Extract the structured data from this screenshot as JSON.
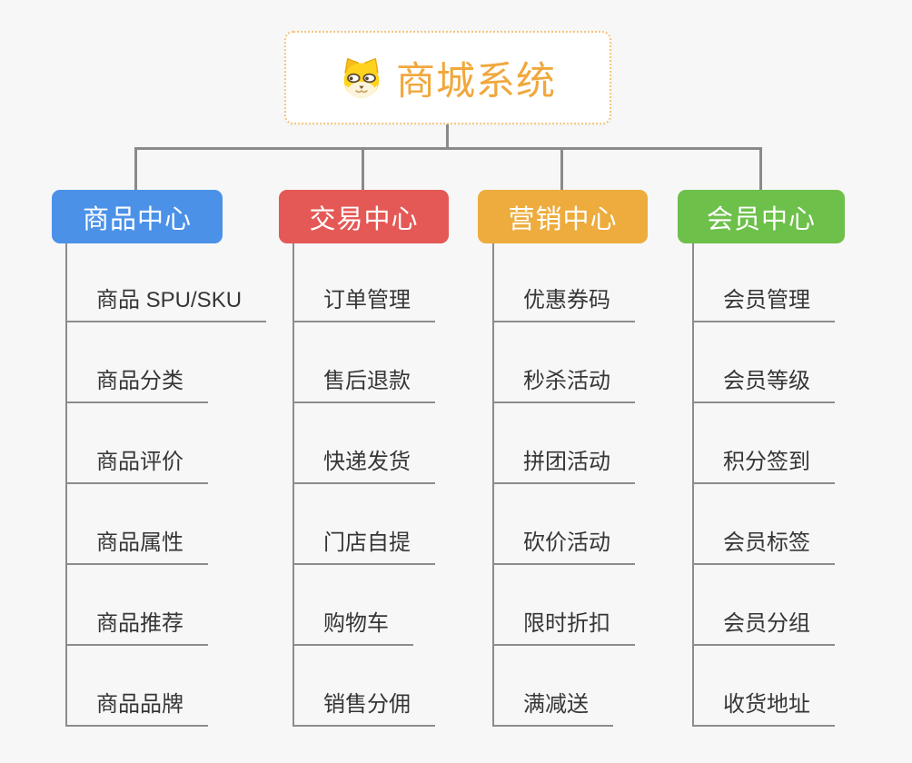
{
  "page": {
    "background_color": "#f7f7f7",
    "connector_color": "#8a8a8a"
  },
  "root": {
    "title": "商城系统",
    "icon": "dog-icon",
    "text_color": "#f0a83c",
    "border_color": "#f3c57b"
  },
  "branches": [
    {
      "label": "商品中心",
      "color": "#4b91e8",
      "items": [
        "商品 SPU/SKU",
        "商品分类",
        "商品评价",
        "商品属性",
        "商品推荐",
        "商品品牌"
      ]
    },
    {
      "label": "交易中心",
      "color": "#e45956",
      "items": [
        "订单管理",
        "售后退款",
        "快递发货",
        "门店自提",
        "购物车",
        "销售分佣"
      ]
    },
    {
      "label": "营销中心",
      "color": "#edac3d",
      "items": [
        "优惠券码",
        "秒杀活动",
        "拼团活动",
        "砍价活动",
        "限时折扣",
        "满减送"
      ]
    },
    {
      "label": "会员中心",
      "color": "#6dc04a",
      "items": [
        "会员管理",
        "会员等级",
        "积分签到",
        "会员标签",
        "会员分组",
        "收货地址"
      ]
    }
  ]
}
